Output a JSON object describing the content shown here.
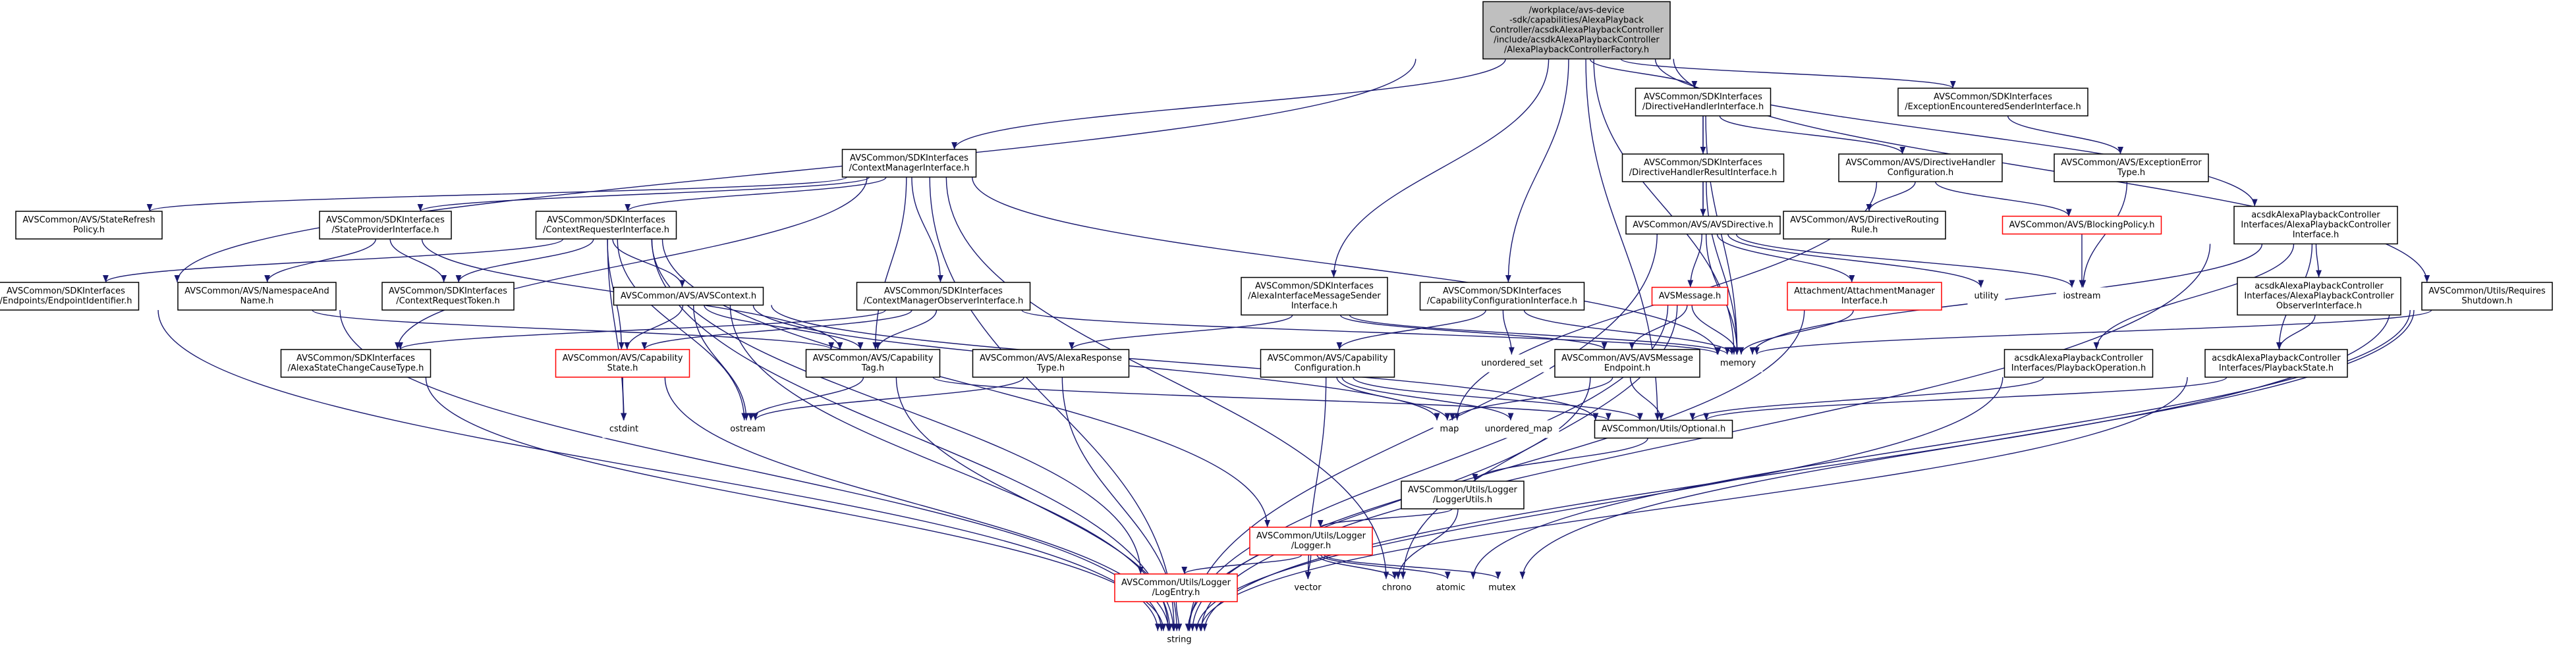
{
  "colors": {
    "root_fill": "#bfbfbf",
    "edge": "#191970",
    "red_border": "#ff0000",
    "black_border": "#000000",
    "white_fill": "#ffffff"
  },
  "nodes": [
    {
      "id": "root",
      "lines": [
        "/workplace/avs-device",
        "-sdk/capabilities/AlexaPlayback",
        "Controller/acsdkAlexaPlaybackController",
        "/include/acsdkAlexaPlaybackController",
        "/AlexaPlaybackControllerFactory.h"
      ],
      "kind": "root"
    },
    {
      "id": "ctxmgr",
      "lines": [
        "AVSCommon/SDKInterfaces",
        "/ContextManagerInterface.h"
      ],
      "kind": "black"
    },
    {
      "id": "dirhandler",
      "lines": [
        "AVSCommon/SDKInterfaces",
        "/DirectiveHandlerInterface.h"
      ],
      "kind": "black"
    },
    {
      "id": "exenc",
      "lines": [
        "AVSCommon/SDKInterfaces",
        "/ExceptionEncounteredSenderInterface.h"
      ],
      "kind": "black"
    },
    {
      "id": "staterefresh",
      "lines": [
        "AVSCommon/AVS/StateRefresh",
        "Policy.h"
      ],
      "kind": "black"
    },
    {
      "id": "stateprov",
      "lines": [
        "AVSCommon/SDKInterfaces",
        "/StateProviderInterface.h"
      ],
      "kind": "black"
    },
    {
      "id": "ctxreq",
      "lines": [
        "AVSCommon/SDKInterfaces",
        "/ContextRequesterInterface.h"
      ],
      "kind": "black"
    },
    {
      "id": "dirresult",
      "lines": [
        "AVSCommon/SDKInterfaces",
        "/DirectiveHandlerResultInterface.h"
      ],
      "kind": "black"
    },
    {
      "id": "dirconfig",
      "lines": [
        "AVSCommon/AVS/DirectiveHandler",
        "Configuration.h"
      ],
      "kind": "black"
    },
    {
      "id": "excerr",
      "lines": [
        "AVSCommon/AVS/ExceptionError",
        "Type.h"
      ],
      "kind": "black"
    },
    {
      "id": "avsdirective",
      "lines": [
        "AVSCommon/AVS/AVSDirective.h"
      ],
      "kind": "black"
    },
    {
      "id": "dirrouting",
      "lines": [
        "AVSCommon/AVS/DirectiveRouting",
        "Rule.h"
      ],
      "kind": "black"
    },
    {
      "id": "blocking",
      "lines": [
        "AVSCommon/AVS/BlockingPolicy.h"
      ],
      "kind": "red"
    },
    {
      "id": "apcif",
      "lines": [
        "acsdkAlexaPlaybackController",
        "Interfaces/AlexaPlaybackController",
        "Interface.h"
      ],
      "kind": "black"
    },
    {
      "id": "endpointid",
      "lines": [
        "AVSCommon/SDKInterfaces",
        "/Endpoints/EndpointIdentifier.h"
      ],
      "kind": "black"
    },
    {
      "id": "nsname",
      "lines": [
        "AVSCommon/AVS/NamespaceAnd",
        "Name.h"
      ],
      "kind": "black"
    },
    {
      "id": "ctxreqtoken",
      "lines": [
        "AVSCommon/SDKInterfaces",
        "/ContextRequestToken.h"
      ],
      "kind": "black"
    },
    {
      "id": "avscontext",
      "lines": [
        "AVSCommon/AVS/AVSContext.h"
      ],
      "kind": "black"
    },
    {
      "id": "ctxmgrobs",
      "lines": [
        "AVSCommon/SDKInterfaces",
        "/ContextManagerObserverInterface.h"
      ],
      "kind": "black"
    },
    {
      "id": "alexamsgsender",
      "lines": [
        "AVSCommon/SDKInterfaces",
        "/AlexaInterfaceMessageSender",
        "Interface.h"
      ],
      "kind": "black"
    },
    {
      "id": "capconfigif",
      "lines": [
        "AVSCommon/SDKInterfaces",
        "/CapabilityConfigurationInterface.h"
      ],
      "kind": "black"
    },
    {
      "id": "avsmessage",
      "lines": [
        "AVSMessage.h"
      ],
      "kind": "red"
    },
    {
      "id": "attachmgr",
      "lines": [
        "Attachment/AttachmentManager",
        "Interface.h"
      ],
      "kind": "red"
    },
    {
      "id": "utility",
      "lines": [
        "utility"
      ],
      "kind": "plain"
    },
    {
      "id": "iostream",
      "lines": [
        "iostream"
      ],
      "kind": "plain"
    },
    {
      "id": "apcobs",
      "lines": [
        "acsdkAlexaPlaybackController",
        "Interfaces/AlexaPlaybackController",
        "ObserverInterface.h"
      ],
      "kind": "black"
    },
    {
      "id": "reqshutdown",
      "lines": [
        "AVSCommon/Utils/Requires",
        "Shutdown.h"
      ],
      "kind": "black"
    },
    {
      "id": "capstate",
      "lines": [
        "AVSCommon/AVS/Capability",
        "State.h"
      ],
      "kind": "red"
    },
    {
      "id": "captag",
      "lines": [
        "AVSCommon/AVS/Capability",
        "Tag.h"
      ],
      "kind": "black"
    },
    {
      "id": "statechange",
      "lines": [
        "AVSCommon/SDKInterfaces",
        "/AlexaStateChangeCauseType.h"
      ],
      "kind": "black"
    },
    {
      "id": "alexaresp",
      "lines": [
        "AVSCommon/AVS/AlexaResponse",
        "Type.h"
      ],
      "kind": "black"
    },
    {
      "id": "capconfig",
      "lines": [
        "AVSCommon/AVS/Capability",
        "Configuration.h"
      ],
      "kind": "black"
    },
    {
      "id": "unordered_set",
      "lines": [
        "unordered_set"
      ],
      "kind": "plain"
    },
    {
      "id": "memory",
      "lines": [
        "memory"
      ],
      "kind": "plain"
    },
    {
      "id": "avsmsgendpoint",
      "lines": [
        "AVSCommon/AVS/AVSMessage",
        "Endpoint.h"
      ],
      "kind": "black"
    },
    {
      "id": "playbackop",
      "lines": [
        "acsdkAlexaPlaybackController",
        "Interfaces/PlaybackOperation.h"
      ],
      "kind": "black"
    },
    {
      "id": "playbackstate",
      "lines": [
        "acsdkAlexaPlaybackController",
        "Interfaces/PlaybackState.h"
      ],
      "kind": "black"
    },
    {
      "id": "cstdint",
      "lines": [
        "cstdint"
      ],
      "kind": "plain"
    },
    {
      "id": "ostream",
      "lines": [
        "ostream"
      ],
      "kind": "plain"
    },
    {
      "id": "map",
      "lines": [
        "map"
      ],
      "kind": "plain"
    },
    {
      "id": "unordered_map",
      "lines": [
        "unordered_map"
      ],
      "kind": "plain"
    },
    {
      "id": "optional",
      "lines": [
        "AVSCommon/Utils/Optional.h"
      ],
      "kind": "black"
    },
    {
      "id": "loggerutils",
      "lines": [
        "AVSCommon/Utils/Logger",
        "/LoggerUtils.h"
      ],
      "kind": "black"
    },
    {
      "id": "logger",
      "lines": [
        "AVSCommon/Utils/Logger",
        "/Logger.h"
      ],
      "kind": "red"
    },
    {
      "id": "logentry",
      "lines": [
        "AVSCommon/Utils/Logger",
        "/LogEntry.h"
      ],
      "kind": "red"
    },
    {
      "id": "vector",
      "lines": [
        "vector"
      ],
      "kind": "plain"
    },
    {
      "id": "chrono",
      "lines": [
        "chrono"
      ],
      "kind": "plain"
    },
    {
      "id": "atomic",
      "lines": [
        "atomic"
      ],
      "kind": "plain"
    },
    {
      "id": "mutex",
      "lines": [
        "mutex"
      ],
      "kind": "plain"
    },
    {
      "id": "string",
      "lines": [
        "string"
      ],
      "kind": "plain"
    }
  ],
  "edges": [
    [
      "root",
      "ctxmgr"
    ],
    [
      "root",
      "dirhandler"
    ],
    [
      "root",
      "exenc"
    ],
    [
      "root",
      "endpointid"
    ],
    [
      "root",
      "alexamsgsender"
    ],
    [
      "root",
      "capconfigif"
    ],
    [
      "root",
      "apcif"
    ],
    [
      "root",
      "reqshutdown"
    ],
    [
      "root",
      "optional"
    ],
    [
      "root",
      "memory"
    ],
    [
      "ctxmgr",
      "staterefresh"
    ],
    [
      "ctxmgr",
      "stateprov"
    ],
    [
      "ctxmgr",
      "ctxreq"
    ],
    [
      "ctxmgr",
      "ctxmgrobs"
    ],
    [
      "ctxmgr",
      "captag"
    ],
    [
      "ctxmgr",
      "statechange"
    ],
    [
      "ctxmgr",
      "memory"
    ],
    [
      "ctxmgr",
      "string"
    ],
    [
      "ctxmgr",
      "chrono"
    ],
    [
      "stateprov",
      "nsname"
    ],
    [
      "stateprov",
      "ctxreqtoken"
    ],
    [
      "stateprov",
      "captag"
    ],
    [
      "ctxreq",
      "endpointid"
    ],
    [
      "ctxreq",
      "ctxreqtoken"
    ],
    [
      "ctxreq",
      "avscontext"
    ],
    [
      "ctxreq",
      "capstate"
    ],
    [
      "ctxreq",
      "logger"
    ],
    [
      "ctxreq",
      "logentry"
    ],
    [
      "ctxreq",
      "cstdint"
    ],
    [
      "ctxreq",
      "ostream"
    ],
    [
      "ctxreq",
      "string"
    ],
    [
      "avscontext",
      "capstate"
    ],
    [
      "avscontext",
      "captag"
    ],
    [
      "avscontext",
      "optional"
    ],
    [
      "avscontext",
      "ostream"
    ],
    [
      "avscontext",
      "string"
    ],
    [
      "avscontext",
      "map"
    ],
    [
      "ctxmgrobs",
      "capstate"
    ],
    [
      "ctxmgrobs",
      "captag"
    ],
    [
      "ctxmgrobs",
      "memory"
    ],
    [
      "ctxmgrobs",
      "statechange"
    ],
    [
      "nsname",
      "captag"
    ],
    [
      "nsname",
      "string"
    ],
    [
      "captag",
      "ostream"
    ],
    [
      "captag",
      "optional"
    ],
    [
      "captag",
      "string"
    ],
    [
      "capstate",
      "cstdint"
    ],
    [
      "capstate",
      "string"
    ],
    [
      "statechange",
      "string"
    ],
    [
      "endpointid",
      "string"
    ],
    [
      "dirhandler",
      "dirresult"
    ],
    [
      "dirhandler",
      "dirconfig"
    ],
    [
      "dirhandler",
      "avsdirective"
    ],
    [
      "dirhandler",
      "memory"
    ],
    [
      "dirresult",
      "avsdirective"
    ],
    [
      "dirresult",
      "memory"
    ],
    [
      "dirconfig",
      "dirrouting"
    ],
    [
      "dirconfig",
      "blocking"
    ],
    [
      "dirconfig",
      "map"
    ],
    [
      "avsdirective",
      "avsmessage"
    ],
    [
      "avsdirective",
      "attachmgr"
    ],
    [
      "avsdirective",
      "utility"
    ],
    [
      "avsdirective",
      "iostream"
    ],
    [
      "avsdirective",
      "memory"
    ],
    [
      "avsdirective",
      "string"
    ],
    [
      "avsmessage",
      "avsmsgendpoint"
    ],
    [
      "avsmessage",
      "memory"
    ],
    [
      "avsmessage",
      "string"
    ],
    [
      "avsmessage",
      "chrono"
    ],
    [
      "attachmgr",
      "memory"
    ],
    [
      "attachmgr",
      "string"
    ],
    [
      "blocking",
      "iostream"
    ],
    [
      "exenc",
      "excerr"
    ],
    [
      "excerr",
      "iostream"
    ],
    [
      "alexamsgsender",
      "alexaresp"
    ],
    [
      "alexamsgsender",
      "avsmsgendpoint"
    ],
    [
      "alexamsgsender",
      "memory"
    ],
    [
      "alexaresp",
      "ostream"
    ],
    [
      "alexaresp",
      "string"
    ],
    [
      "capconfigif",
      "capconfig"
    ],
    [
      "capconfigif",
      "unordered_set"
    ],
    [
      "capconfigif",
      "memory"
    ],
    [
      "capconfig",
      "map"
    ],
    [
      "capconfig",
      "unordered_map"
    ],
    [
      "capconfig",
      "optional"
    ],
    [
      "capconfig",
      "vector"
    ],
    [
      "avsmsgendpoint",
      "map"
    ],
    [
      "avsmsgendpoint",
      "optional"
    ],
    [
      "avsmsgendpoint",
      "string"
    ],
    [
      "optional",
      "loggerutils"
    ],
    [
      "loggerutils",
      "logger"
    ],
    [
      "loggerutils",
      "chrono"
    ],
    [
      "logger",
      "logentry"
    ],
    [
      "logger",
      "chrono"
    ],
    [
      "logger",
      "atomic"
    ],
    [
      "logger",
      "mutex"
    ],
    [
      "logger",
      "vector"
    ],
    [
      "logentry",
      "string"
    ],
    [
      "apcif",
      "apcobs"
    ],
    [
      "apcif",
      "playbackop"
    ],
    [
      "apcif",
      "playbackstate"
    ],
    [
      "apcif",
      "memory"
    ],
    [
      "apcif",
      "string"
    ],
    [
      "apcobs",
      "playbackstate"
    ],
    [
      "playbackop",
      "optional"
    ],
    [
      "playbackop",
      "string"
    ],
    [
      "playbackstate",
      "optional"
    ],
    [
      "playbackstate",
      "string"
    ],
    [
      "reqshutdown",
      "memory"
    ],
    [
      "reqshutdown",
      "mutex"
    ],
    [
      "reqshutdown",
      "string"
    ],
    [
      "reqshutdown",
      "atomic"
    ]
  ]
}
